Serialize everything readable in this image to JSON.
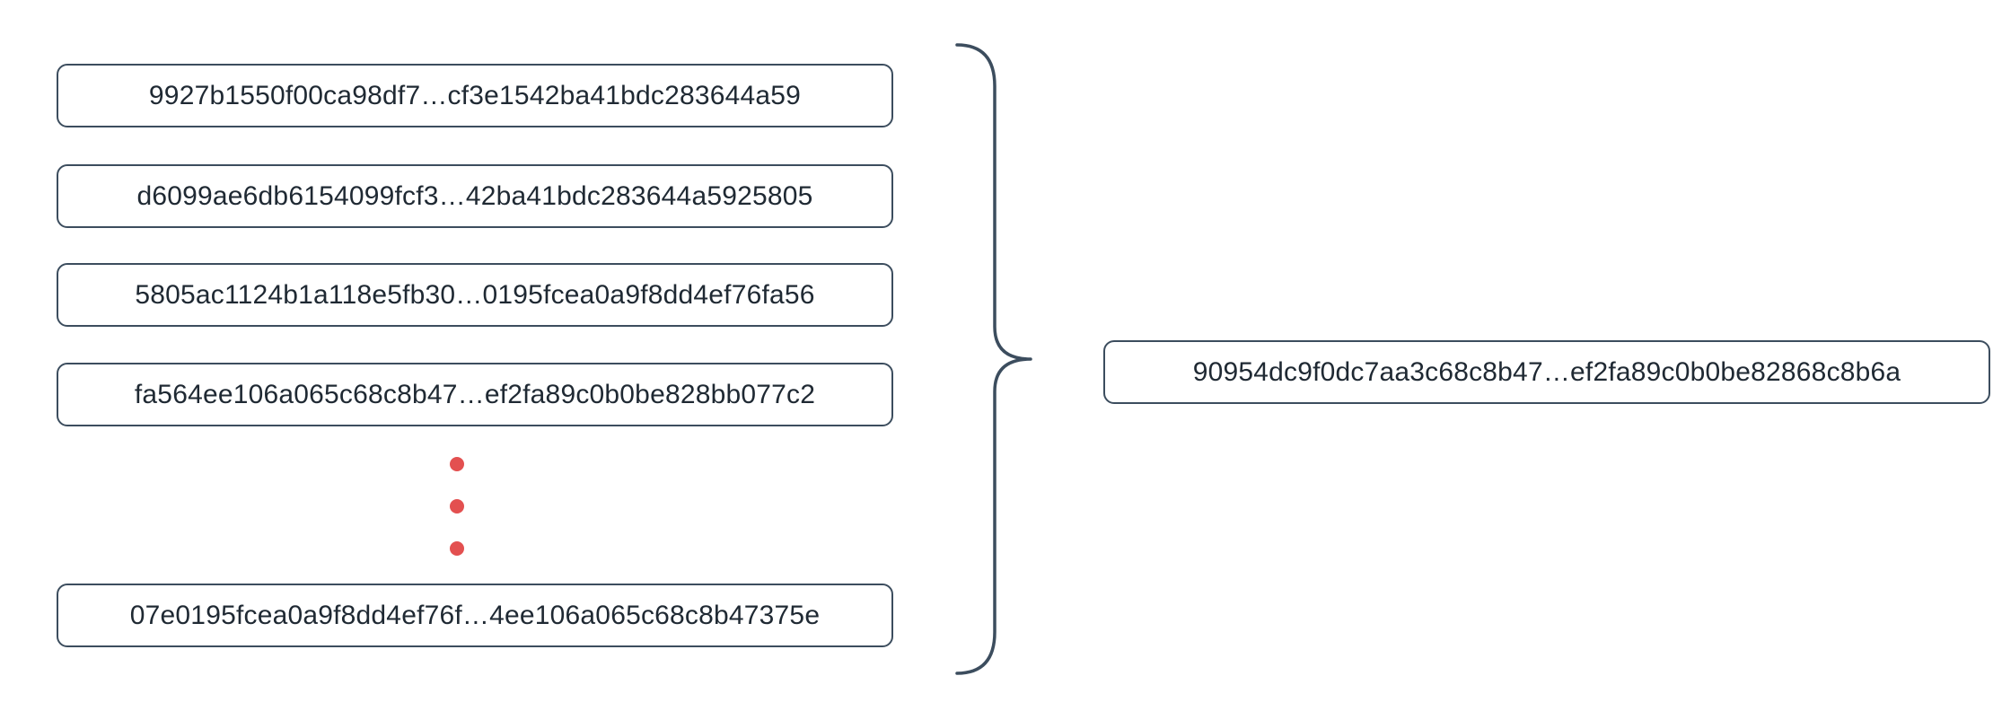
{
  "diagram": {
    "left_hashes": [
      "9927b1550f00ca98df7…cf3e1542ba41bdc283644a59",
      "d6099ae6db6154099fcf3…42ba41bdc283644a5925805",
      "5805ac1124b1a118e5fb30…0195fcea0a9f8dd4ef76fa56",
      "fa564ee106a065c68c8b47…ef2fa89c0b0be828bb077c2",
      "07e0195fcea0a9f8dd4ef76f…4ee106a065c68c8b47375e"
    ],
    "ellipsis_dot_count": 3,
    "result_hash": "90954dc9f0dc7aa3c68c8b47…ef2fa89c0b0be82868c8b6a",
    "colors": {
      "box_border": "#3c4d5e",
      "text": "#1f2933",
      "dots": "#e35050",
      "background": "#ffffff"
    }
  }
}
